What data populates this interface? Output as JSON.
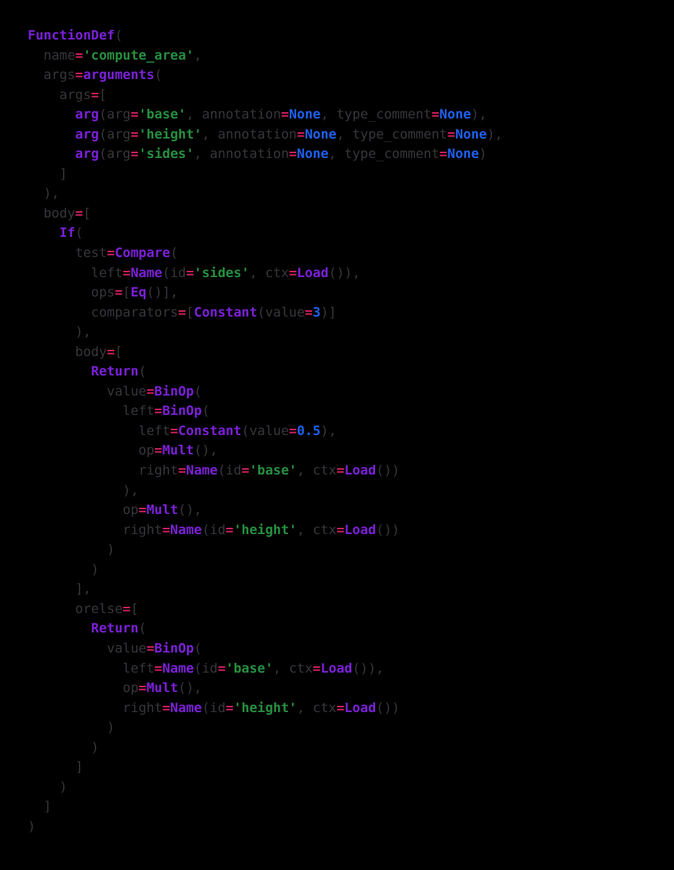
{
  "page": {
    "background_color": "#000000",
    "kind": "terminal-output",
    "content_description": "Python ast.dump output of function compute_area"
  },
  "code": {
    "styles": {
      "p": "#36363c",
      "c": "#7b20d8",
      "s": "#268f3f",
      "n": "#1e60ee",
      "e": "#d82063"
    },
    "token_names": {
      "p": "punctuation-or-field-token",
      "c": "ast-class-name-token",
      "s": "string-literal-token",
      "n": "constant-value-token",
      "e": "equals-operator-token"
    },
    "lines": [
      [
        [
          "c",
          "FunctionDef"
        ],
        [
          "p",
          "("
        ]
      ],
      [
        [
          "p",
          "  name"
        ],
        [
          "e",
          "="
        ],
        [
          "s",
          "'compute_area'"
        ],
        [
          "p",
          ","
        ]
      ],
      [
        [
          "p",
          "  args"
        ],
        [
          "e",
          "="
        ],
        [
          "c",
          "arguments"
        ],
        [
          "p",
          "("
        ]
      ],
      [
        [
          "p",
          "    args"
        ],
        [
          "e",
          "="
        ],
        [
          "p",
          "["
        ]
      ],
      [
        [
          "p",
          "      "
        ],
        [
          "c",
          "arg"
        ],
        [
          "p",
          "(arg"
        ],
        [
          "e",
          "="
        ],
        [
          "s",
          "'base'"
        ],
        [
          "p",
          ", annotation"
        ],
        [
          "e",
          "="
        ],
        [
          "n",
          "None"
        ],
        [
          "p",
          ", type_comment"
        ],
        [
          "e",
          "="
        ],
        [
          "n",
          "None"
        ],
        [
          "p",
          "),"
        ]
      ],
      [
        [
          "p",
          "      "
        ],
        [
          "c",
          "arg"
        ],
        [
          "p",
          "(arg"
        ],
        [
          "e",
          "="
        ],
        [
          "s",
          "'height'"
        ],
        [
          "p",
          ", annotation"
        ],
        [
          "e",
          "="
        ],
        [
          "n",
          "None"
        ],
        [
          "p",
          ", type_comment"
        ],
        [
          "e",
          "="
        ],
        [
          "n",
          "None"
        ],
        [
          "p",
          "),"
        ]
      ],
      [
        [
          "p",
          "      "
        ],
        [
          "c",
          "arg"
        ],
        [
          "p",
          "(arg"
        ],
        [
          "e",
          "="
        ],
        [
          "s",
          "'sides'"
        ],
        [
          "p",
          ", annotation"
        ],
        [
          "e",
          "="
        ],
        [
          "n",
          "None"
        ],
        [
          "p",
          ", type_comment"
        ],
        [
          "e",
          "="
        ],
        [
          "n",
          "None"
        ],
        [
          "p",
          ")"
        ]
      ],
      [
        [
          "p",
          "    ]"
        ]
      ],
      [
        [
          "p",
          "  ),"
        ]
      ],
      [
        [
          "p",
          "  body"
        ],
        [
          "e",
          "="
        ],
        [
          "p",
          "["
        ]
      ],
      [
        [
          "p",
          "    "
        ],
        [
          "c",
          "If"
        ],
        [
          "p",
          "("
        ]
      ],
      [
        [
          "p",
          "      test"
        ],
        [
          "e",
          "="
        ],
        [
          "c",
          "Compare"
        ],
        [
          "p",
          "("
        ]
      ],
      [
        [
          "p",
          "        left"
        ],
        [
          "e",
          "="
        ],
        [
          "c",
          "Name"
        ],
        [
          "p",
          "(id"
        ],
        [
          "e",
          "="
        ],
        [
          "s",
          "'sides'"
        ],
        [
          "p",
          ", ctx"
        ],
        [
          "e",
          "="
        ],
        [
          "c",
          "Load"
        ],
        [
          "p",
          "()),"
        ]
      ],
      [
        [
          "p",
          "        ops"
        ],
        [
          "e",
          "="
        ],
        [
          "p",
          "["
        ],
        [
          "c",
          "Eq"
        ],
        [
          "p",
          "()],"
        ]
      ],
      [
        [
          "p",
          "        comparators"
        ],
        [
          "e",
          "="
        ],
        [
          "p",
          "["
        ],
        [
          "c",
          "Constant"
        ],
        [
          "p",
          "(value"
        ],
        [
          "e",
          "="
        ],
        [
          "n",
          "3"
        ],
        [
          "p",
          ")]"
        ]
      ],
      [
        [
          "p",
          "      ),"
        ]
      ],
      [
        [
          "p",
          "      body"
        ],
        [
          "e",
          "="
        ],
        [
          "p",
          "["
        ]
      ],
      [
        [
          "p",
          "        "
        ],
        [
          "c",
          "Return"
        ],
        [
          "p",
          "("
        ]
      ],
      [
        [
          "p",
          "          value"
        ],
        [
          "e",
          "="
        ],
        [
          "c",
          "BinOp"
        ],
        [
          "p",
          "("
        ]
      ],
      [
        [
          "p",
          "            left"
        ],
        [
          "e",
          "="
        ],
        [
          "c",
          "BinOp"
        ],
        [
          "p",
          "("
        ]
      ],
      [
        [
          "p",
          "              left"
        ],
        [
          "e",
          "="
        ],
        [
          "c",
          "Constant"
        ],
        [
          "p",
          "(value"
        ],
        [
          "e",
          "="
        ],
        [
          "n",
          "0.5"
        ],
        [
          "p",
          "),"
        ]
      ],
      [
        [
          "p",
          "              op"
        ],
        [
          "e",
          "="
        ],
        [
          "c",
          "Mult"
        ],
        [
          "p",
          "(),"
        ]
      ],
      [
        [
          "p",
          "              right"
        ],
        [
          "e",
          "="
        ],
        [
          "c",
          "Name"
        ],
        [
          "p",
          "(id"
        ],
        [
          "e",
          "="
        ],
        [
          "s",
          "'base'"
        ],
        [
          "p",
          ", ctx"
        ],
        [
          "e",
          "="
        ],
        [
          "c",
          "Load"
        ],
        [
          "p",
          "())"
        ]
      ],
      [
        [
          "p",
          "            ),"
        ]
      ],
      [
        [
          "p",
          "            op"
        ],
        [
          "e",
          "="
        ],
        [
          "c",
          "Mult"
        ],
        [
          "p",
          "(),"
        ]
      ],
      [
        [
          "p",
          "            right"
        ],
        [
          "e",
          "="
        ],
        [
          "c",
          "Name"
        ],
        [
          "p",
          "(id"
        ],
        [
          "e",
          "="
        ],
        [
          "s",
          "'height'"
        ],
        [
          "p",
          ", ctx"
        ],
        [
          "e",
          "="
        ],
        [
          "c",
          "Load"
        ],
        [
          "p",
          "())"
        ]
      ],
      [
        [
          "p",
          "          )"
        ]
      ],
      [
        [
          "p",
          "        )"
        ]
      ],
      [
        [
          "p",
          "      ],"
        ]
      ],
      [
        [
          "p",
          "      orelse"
        ],
        [
          "e",
          "="
        ],
        [
          "p",
          "["
        ]
      ],
      [
        [
          "p",
          "        "
        ],
        [
          "c",
          "Return"
        ],
        [
          "p",
          "("
        ]
      ],
      [
        [
          "p",
          "          value"
        ],
        [
          "e",
          "="
        ],
        [
          "c",
          "BinOp"
        ],
        [
          "p",
          "("
        ]
      ],
      [
        [
          "p",
          "            left"
        ],
        [
          "e",
          "="
        ],
        [
          "c",
          "Name"
        ],
        [
          "p",
          "(id"
        ],
        [
          "e",
          "="
        ],
        [
          "s",
          "'base'"
        ],
        [
          "p",
          ", ctx"
        ],
        [
          "e",
          "="
        ],
        [
          "c",
          "Load"
        ],
        [
          "p",
          "()),"
        ]
      ],
      [
        [
          "p",
          "            op"
        ],
        [
          "e",
          "="
        ],
        [
          "c",
          "Mult"
        ],
        [
          "p",
          "(),"
        ]
      ],
      [
        [
          "p",
          "            right"
        ],
        [
          "e",
          "="
        ],
        [
          "c",
          "Name"
        ],
        [
          "p",
          "(id"
        ],
        [
          "e",
          "="
        ],
        [
          "s",
          "'height'"
        ],
        [
          "p",
          ", ctx"
        ],
        [
          "e",
          "="
        ],
        [
          "c",
          "Load"
        ],
        [
          "p",
          "())"
        ]
      ],
      [
        [
          "p",
          "          )"
        ]
      ],
      [
        [
          "p",
          "        )"
        ]
      ],
      [
        [
          "p",
          "      ]"
        ]
      ],
      [
        [
          "p",
          "    )"
        ]
      ],
      [
        [
          "p",
          "  ]"
        ]
      ],
      [
        [
          "p",
          ")"
        ]
      ]
    ]
  }
}
